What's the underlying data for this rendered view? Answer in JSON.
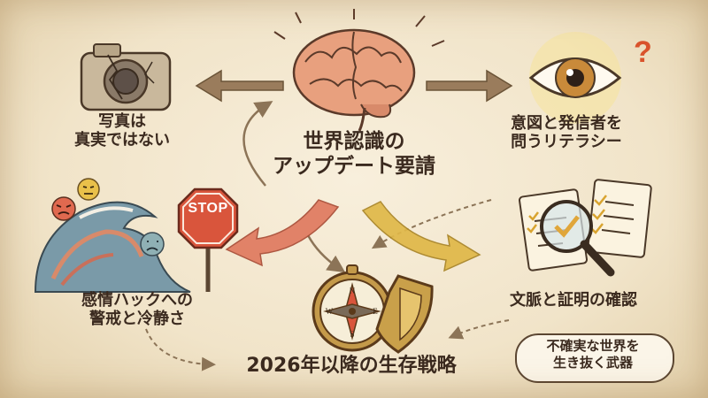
{
  "title": {
    "line1": "世界認識の",
    "line2": "アップデート要請"
  },
  "nodes": {
    "photo": {
      "line1": "写真は",
      "line2": "真実ではない"
    },
    "eye": {
      "line1": "意図と発信者を",
      "line2": "問うリテラシー"
    },
    "emotion": {
      "line1": "感情ハックへの",
      "line2": "警戒と冷静さ"
    },
    "context": {
      "line1": "文脈と証明の確認"
    },
    "strategy": {
      "line1": "2026年以降の生存戦略"
    }
  },
  "stop_sign": {
    "text": "STOP"
  },
  "bubble": {
    "line1": "不確実な世界を",
    "line2": "生き抜く武器"
  },
  "icons": [
    "broken-camera-icon",
    "brain-icon",
    "eye-question-icon",
    "stop-sign-icon",
    "wave-icon",
    "angry-face-icon",
    "sad-face-icon",
    "documents-magnifier-icon",
    "compass-icon",
    "shield-icon"
  ],
  "colors": {
    "ink": "#3b2a1f",
    "arrow_red": "#e07a5f",
    "arrow_yellow": "#e0b848",
    "arrow_brown": "#9a7c5c",
    "parchment": "#f1e4c9"
  }
}
